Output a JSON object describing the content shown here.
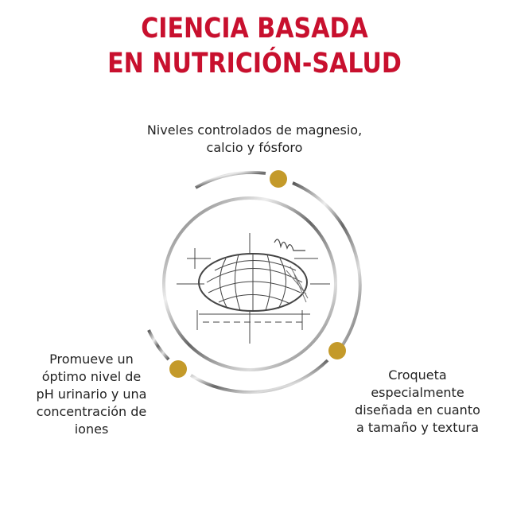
{
  "title": {
    "line1": "CIENCIA BASADA",
    "line2": "EN NUTRICIÓN-SALUD"
  },
  "benefits": [
    {
      "lines": [
        "Niveles controlados de magnesio,",
        "calcio y fósforo"
      ]
    },
    {
      "lines": [
        "Promueve un",
        "óptimo nivel de",
        "pH urinario y una",
        "concentración de",
        "iones"
      ]
    },
    {
      "lines": [
        "Croqueta",
        "especialmente",
        "diseñada en cuanto",
        "a tamaño y textura"
      ]
    }
  ],
  "colors": {
    "title": "#c8102e",
    "dot": "#c49a2a",
    "ring": "#8a8a8a"
  }
}
